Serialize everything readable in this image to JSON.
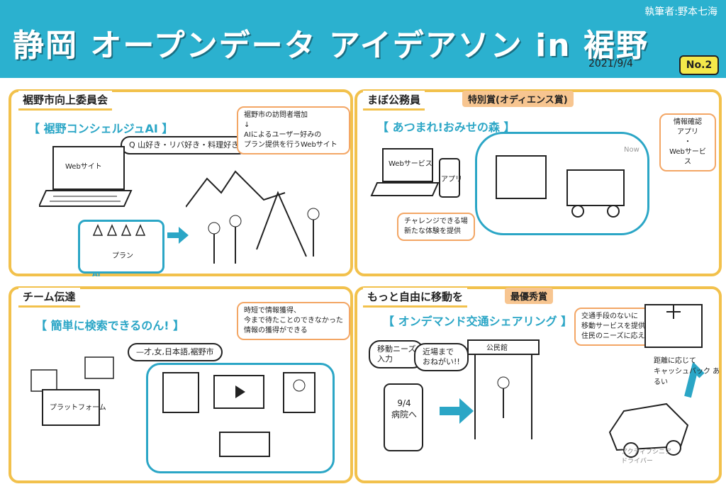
{
  "header": {
    "title": "静岡 オープンデータ アイデアソン in 裾野",
    "author": "執筆者:野本七海",
    "date": "2021/9/4",
    "number": "No.2"
  },
  "panel1": {
    "title": "裾野市向上委員会",
    "subtitle": "【 裾野コンシェルジュAI 】",
    "bubble": "Q 山好き・リバ好き・料理好き",
    "note": "裾野市の訪問者増加\n↓\nAIによるユーザー好みの\nプラン提供を行うWebサイト",
    "laptop_label": "Webサイト",
    "card_label": "プラン",
    "ai_label": "AI"
  },
  "panel2": {
    "title": "まぼ公務員",
    "tag": "特別賞(オディエンス賞)",
    "subtitle": "【 あつまれ!おみせの森 】",
    "note_right": "情報確認\nアプリ\n・\nWebサービス",
    "note_bottom": "チャレンジできる場\n新たな体験を提供",
    "laptop_label": "Webサービス",
    "phone_label": "アプリ",
    "now_label": "Now"
  },
  "panel3": {
    "title": "チーム伝達",
    "subtitle": "【 簡単に検索できるのん! 】",
    "bubble": "—才,女,日本語,裾野市",
    "note": "時短で情報獲得、\n今まで待たことのできなかった\n情報の獲得ができる",
    "platform_label": "プラットフォーム"
  },
  "panel4": {
    "title": "もっと自由に移動を",
    "tag": "最優秀賞",
    "subtitle": "【 オンデマンド交通シェアリング 】",
    "bubble_left": "移動ニーズ\n入力",
    "bubble_mid": "近場まで\nおねがい!!",
    "building_label": "公民館",
    "phone_text": "9/4\n病院へ",
    "note_right": "交通手段のないに\n移動サービスを提供し\n住民のニーズに応える",
    "arrow_text": "距離に応じて\nキャッシュバック あるい",
    "driver_label": "アクティブシニア\nドライバー"
  }
}
